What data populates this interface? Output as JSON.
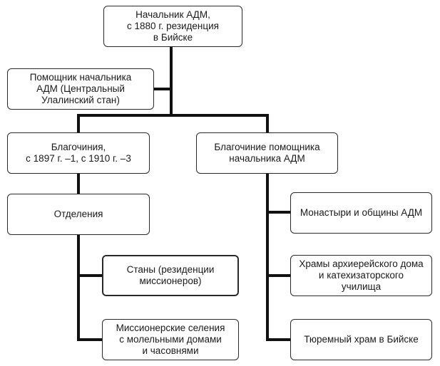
{
  "nodes": {
    "head": "Начальник АДМ,\nс 1880 г. резиденция\nв Бийске",
    "assistant": "Помощник начальника\nАДМ (Центральный\nУлалинский стан)",
    "deaneries": "Благочиния,\nс 1897 г. –1, с 1910 г. –3",
    "assistant_deanery": "Благочиние помощника\nначальника АДМ",
    "departments": "Отделения",
    "camps": "Станы (резиденции\nмиссионеров)",
    "villages": "Миссионерские селения\nс молельными домами\nи часовнями",
    "monasteries": "Монастыри и общины АДМ",
    "temples_bishop": "Храмы архиерейского дома\nи катехизаторского\nучилища",
    "prison_temple": "Тюремный храм в Бийске"
  }
}
